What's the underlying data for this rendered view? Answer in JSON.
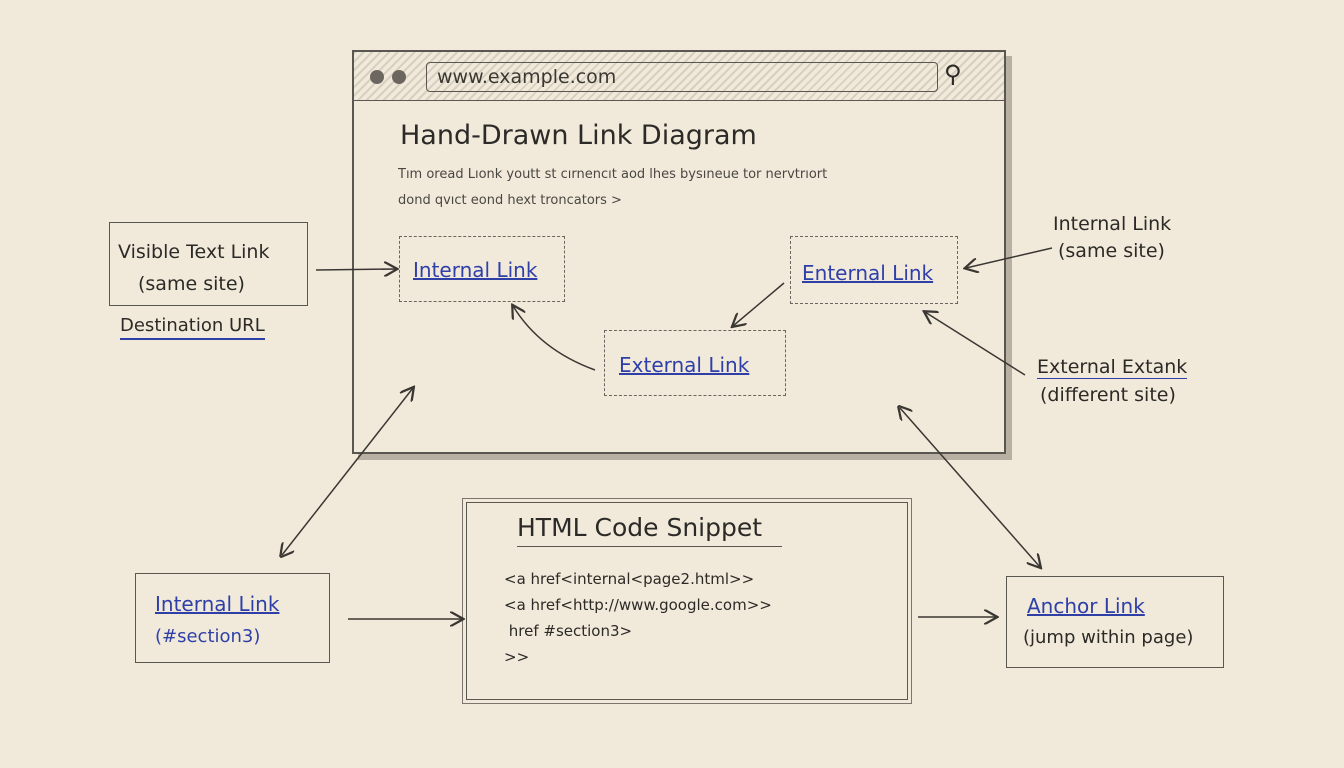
{
  "browser": {
    "url": "www.example.com",
    "title": "Hand-Drawn Link Diagram",
    "body_lines": [
      "Tım oread Lıonk youtt st cırnencıt aod lhes bysıneue tor nervtrıort",
      "dond qvıct eond hext troncators >"
    ],
    "links": {
      "internal": "Internal Link",
      "enternal": "Enternal Link",
      "external": "External Link"
    }
  },
  "left_box": {
    "line1": "Visible Text Link",
    "line2": "(same site)",
    "caption": "Destination URL"
  },
  "right_top": {
    "line1": "Internal Link",
    "line2": "(same site)"
  },
  "right_mid": {
    "line1": "External Extank",
    "line2": "(different site)"
  },
  "bottom_left": {
    "link": "Internal Link",
    "sub": "(#section3)"
  },
  "code_box": {
    "title": "HTML Code Snippet",
    "lines": [
      "<a href<internal<page2.html>>",
      "<a href<http://www.google.com>>",
      " href #section3>",
      ">>"
    ]
  },
  "bottom_right": {
    "link": "Anchor Link",
    "sub": "(jump within page)"
  },
  "colors": {
    "paper": "#f1eadb",
    "ink": "#2c2a27",
    "link": "#2f3fa8"
  }
}
